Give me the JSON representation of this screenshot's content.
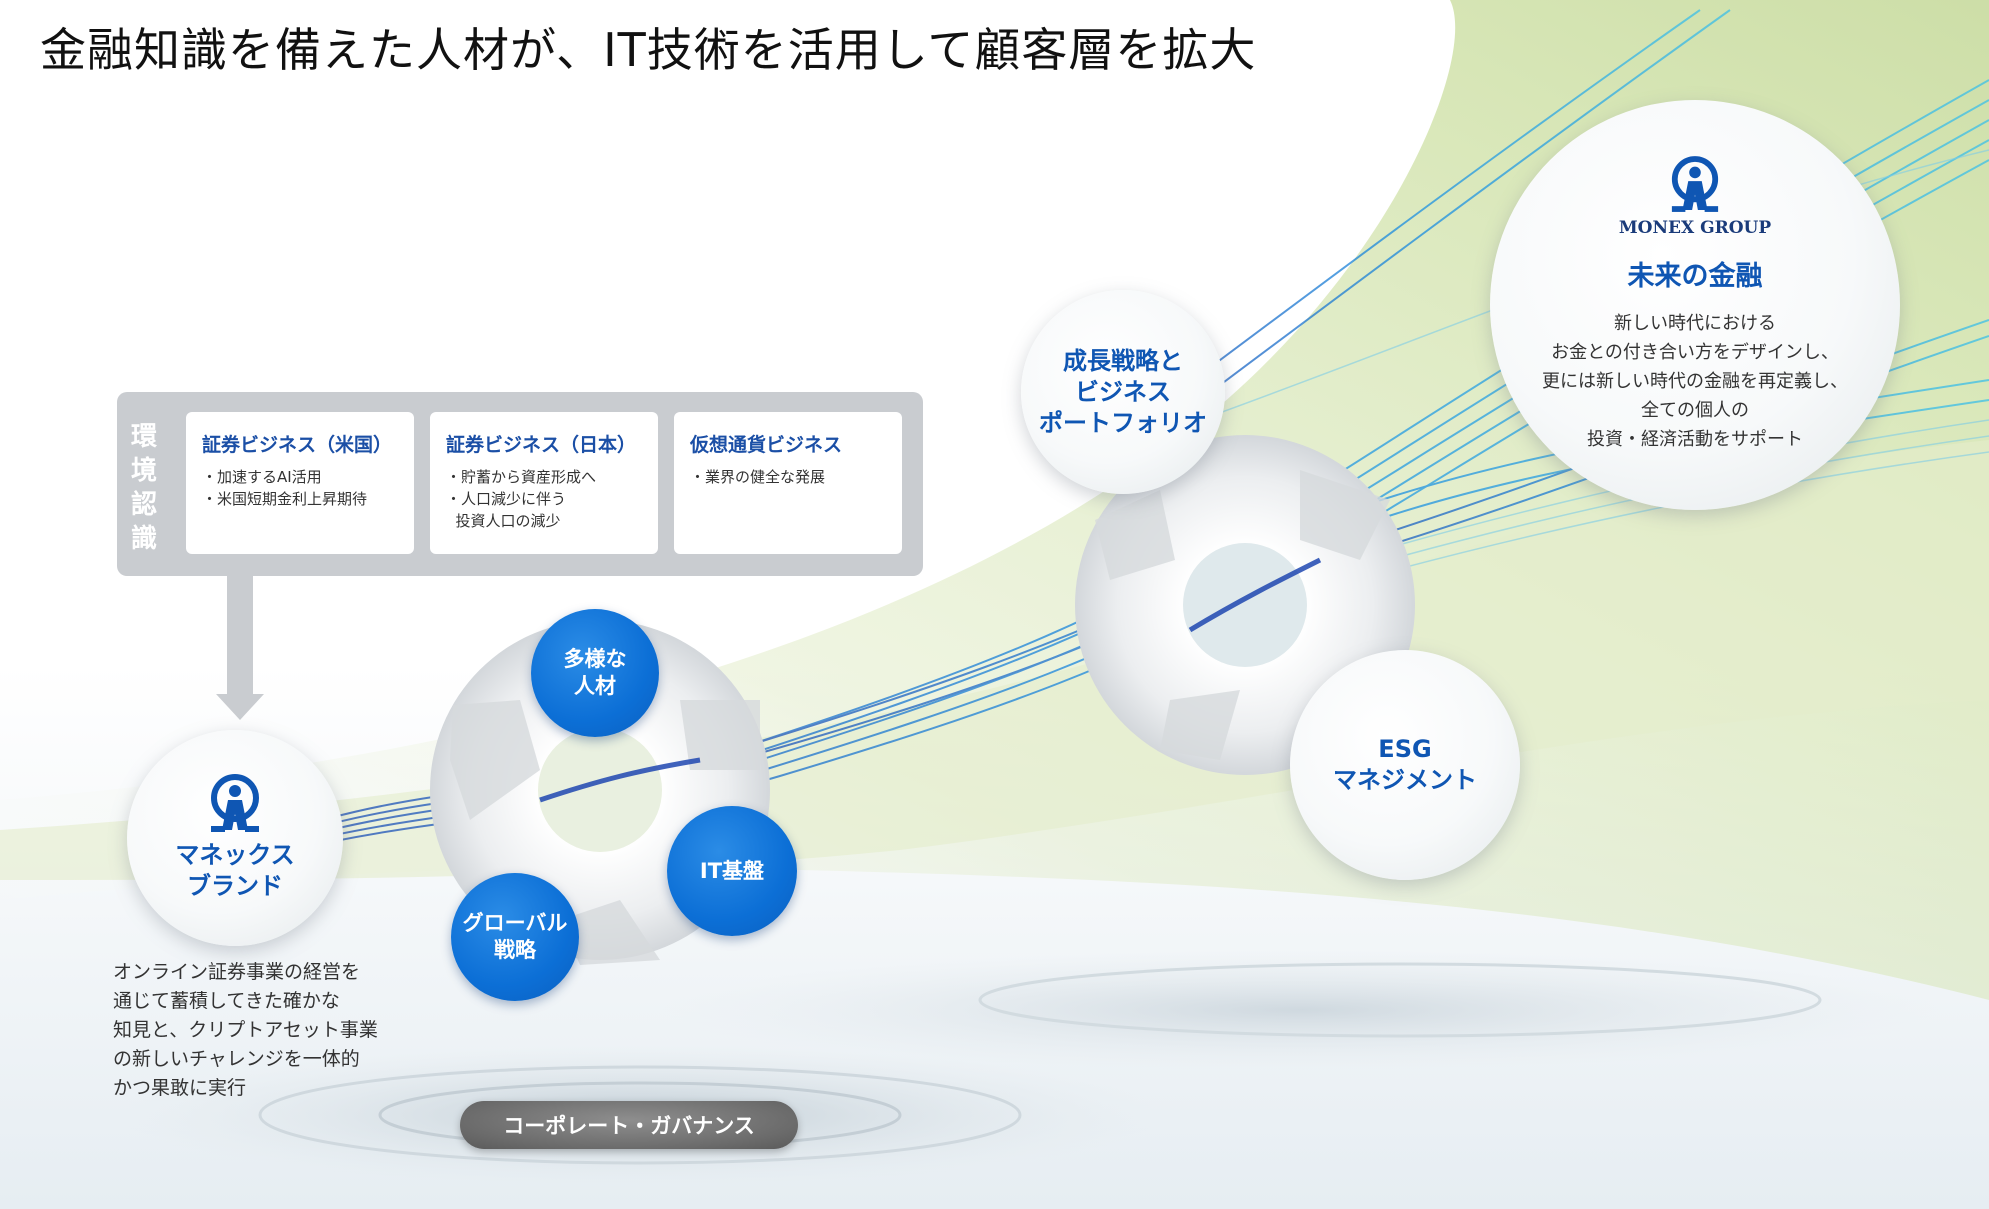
{
  "headline": "金融知識を備えた人材が、IT技術を活用して顧客層を拡大",
  "environment": {
    "label": "環境認識",
    "cards": [
      {
        "title": "証券ビジネス（米国）",
        "items": [
          "・加速するAI活用",
          "・米国短期金利上昇期待"
        ]
      },
      {
        "title": "証券ビジネス（日本）",
        "items": [
          "・貯蓄から資産形成へ",
          "・人口減少に伴う\n  投資人口の減少"
        ]
      },
      {
        "title": "仮想通貨ビジネス",
        "items": [
          "・業界の健全な発展"
        ]
      }
    ]
  },
  "brand": {
    "title": "マネックス\nブランド",
    "description": "オンライン証券事業の経営を\n通じて蓄積してきた確かな\n知見と、クリプトアセット事業\nの新しいチャレンジを一体的\nかつ果敢に実行"
  },
  "foundation": {
    "talent": "多様な\n人材",
    "it": "IT基盤",
    "global": "グローバル\n戦略"
  },
  "strategy": {
    "growth": "成長戦略と\nビジネス\nポートフォリオ",
    "esg": "ESG\nマネジメント"
  },
  "future": {
    "brand_name": "MONEX GROUP",
    "title": "未来の金融",
    "body": "新しい時代における\nお金との付き合い方をデザインし、\n更には新しい時代の金融を再定義し、\n全ての個人の\n投資・経済活動をサポート"
  },
  "governance": "コーポレート・ガバナンス",
  "colors": {
    "accent_blue": "#0f56b3",
    "circle_blue": "#0c6fd6",
    "panel_gray": "#c9ccd0",
    "ribbon_green": "#cfe0a8"
  }
}
